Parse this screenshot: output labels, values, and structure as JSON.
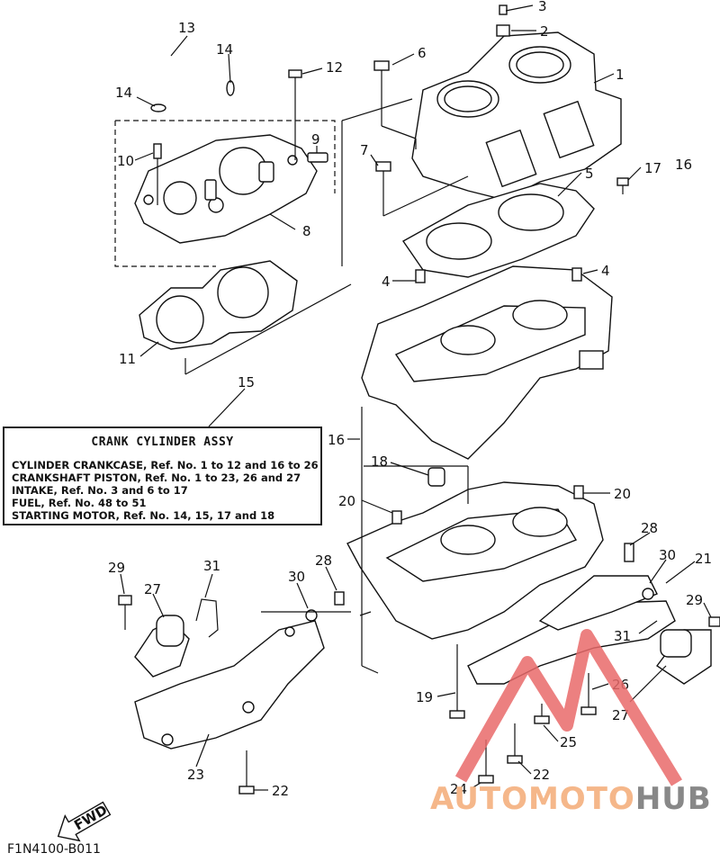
{
  "legend": {
    "title": "CRANK CYLINDER ASSY",
    "lines": [
      "CYLINDER CRANKCASE,  Ref. No. 1 to 12 and 16 to 26",
      "CRANKSHAFT PISTON,  Ref. No. 1 to 23, 26 and 27",
      "INTAKE, Ref. No. 3 and 6 to 17",
      "FUEL, Ref. No. 48 to 51",
      "STARTING MOTOR,  Ref. No. 14, 15, 17 and 18"
    ]
  },
  "callouts": {
    "c1": "1",
    "c2": "2",
    "c3": "3",
    "c4a": "4",
    "c4b": "4",
    "c5": "5",
    "c6": "6",
    "c7": "7",
    "c8": "8",
    "c9": "9",
    "c10": "10",
    "c11": "11",
    "c12": "12",
    "c13": "13",
    "c14a": "14",
    "c14b": "14",
    "c15": "15",
    "c16a": "16",
    "c16b": "16",
    "c17": "17",
    "c18": "18",
    "c19": "19",
    "c20a": "20",
    "c20b": "20",
    "c21": "21",
    "c22a": "22",
    "c22b": "22",
    "c23": "23",
    "c24": "24",
    "c25": "25",
    "c26": "26",
    "c27a": "27",
    "c27b": "27",
    "c28a": "28",
    "c28b": "28",
    "c29a": "29",
    "c29b": "29",
    "c30a": "30",
    "c30b": "30",
    "c31a": "31",
    "c31b": "31"
  },
  "fwd_label": "FWD",
  "diagram_code": "F1N4100-B011",
  "watermark": {
    "part1": "AUTOMOTO",
    "part2": "HUB",
    "colors": [
      "#f5b78a",
      "#888888",
      "#e96a6a"
    ]
  }
}
